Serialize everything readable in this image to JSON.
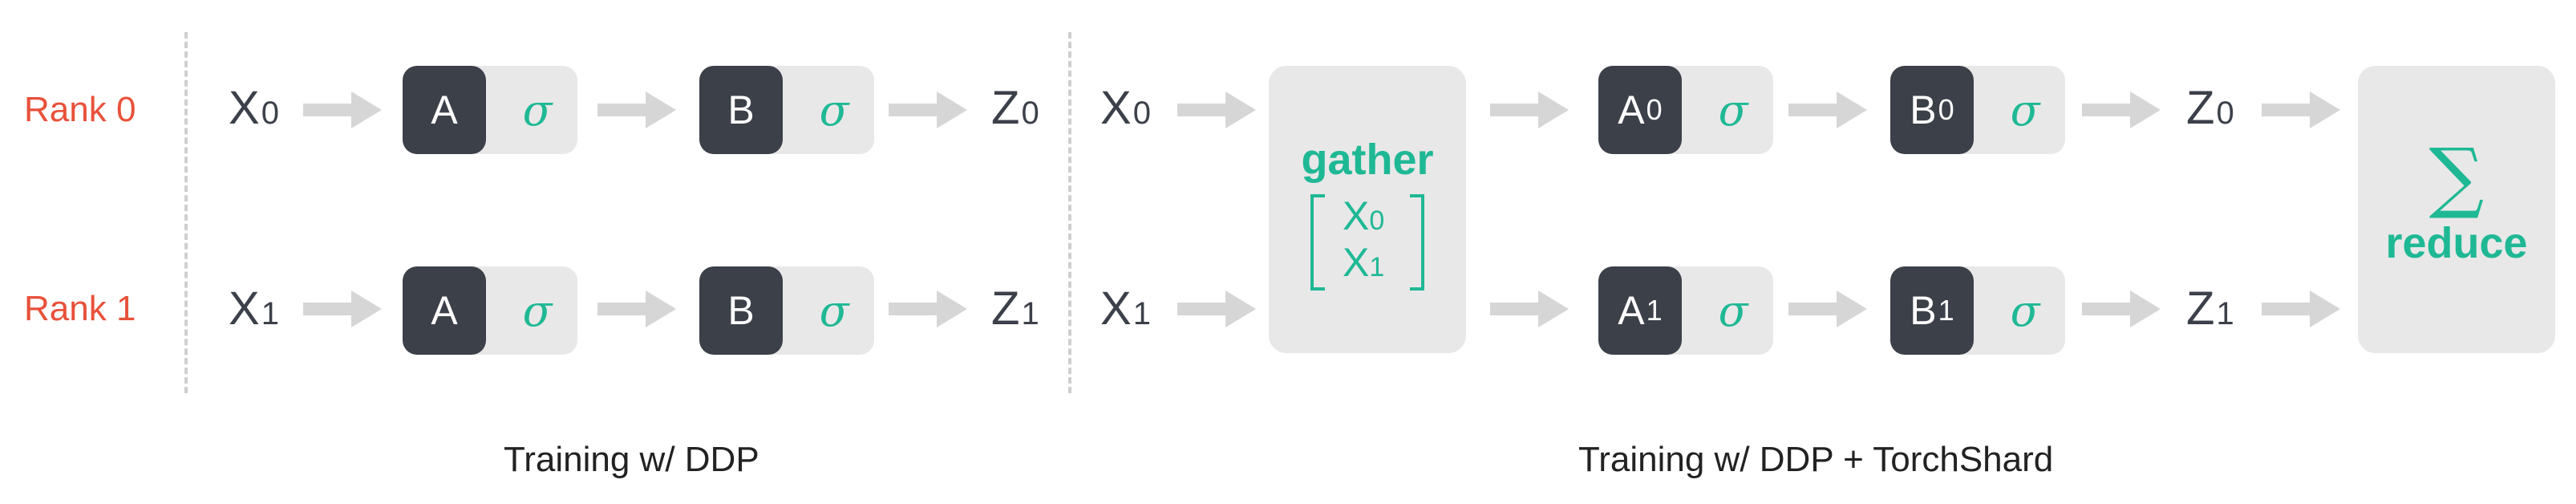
{
  "ranks": [
    "Rank 0",
    "Rank 1"
  ],
  "symbols": {
    "x": "X",
    "z": "Z",
    "sub0": "0",
    "sub1": "1"
  },
  "blocks": {
    "a": "A",
    "b": "B",
    "activation": "σ"
  },
  "gather": {
    "title": "gather"
  },
  "reduce": {
    "symbol": "∑",
    "title": "reduce"
  },
  "captions": {
    "left": "Training w/ DDP",
    "right": "Training w/ DDP + TorchShard"
  },
  "colors": {
    "rank_label": "#e8513a",
    "accent": "#1fb895",
    "dark_block": "#3b4049",
    "light_box": "#e8e8e8",
    "arrow": "#d6d6d6",
    "text": "#3c404a"
  }
}
